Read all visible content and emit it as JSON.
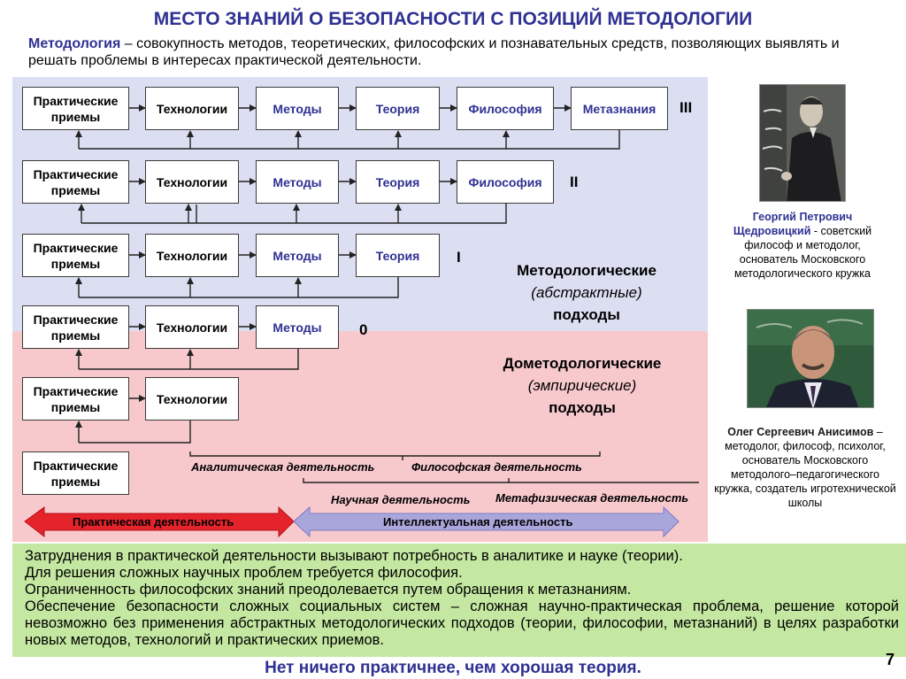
{
  "title": "МЕСТО ЗНАНИЙ О БЕЗОПАСНОСТИ С ПОЗИЦИЙ МЕТОДОЛОГИИ",
  "definition": {
    "term": "Методология",
    "text": " – совокупность методов, теоретических, философских и познавательных средств, позволяющих выявлять и решать проблемы в интересах практической деятельности."
  },
  "rows": [
    {
      "level": "III",
      "boxes": [
        "Практические приемы",
        "Технологии",
        "Методы",
        "Теория",
        "Философия",
        "Метазнания"
      ]
    },
    {
      "level": "II",
      "boxes": [
        "Практические приемы",
        "Технологии",
        "Методы",
        "Теория",
        "Философия"
      ]
    },
    {
      "level": "I",
      "boxes": [
        "Практические приемы",
        "Технологии",
        "Методы",
        "Теория"
      ]
    },
    {
      "level": "0",
      "boxes": [
        "Практические приемы",
        "Технологии",
        "Методы"
      ]
    },
    {
      "level": "",
      "boxes": [
        "Практические приемы",
        "Технологии"
      ]
    },
    {
      "level": "",
      "boxes": [
        "Практические приемы"
      ]
    }
  ],
  "approaches": {
    "methodological": {
      "line1": "Методологические",
      "line2": "(абстрактные)",
      "line3": "подходы"
    },
    "premethodological": {
      "line1": "Дометодологические",
      "line2": "(эмпирические)",
      "line3": "подходы"
    }
  },
  "activities": {
    "analytic": "Аналитическая деятельность",
    "philosophic": "Философская деятельность",
    "scientific": "Научная деятельность",
    "metaphysical": "Метафизическая деятельность"
  },
  "arrows": {
    "practical": "Практическая деятельность",
    "intellectual": "Интеллектуальная деятельность"
  },
  "people": [
    {
      "name": "Георгий Петрович Щедровицкий",
      "desc": " - советский философ и методолог, основатель Московского методологического кружка"
    },
    {
      "name": "Олег Сергеевич Анисимов",
      "desc": " – методолог, философ, психолог, основатель Московского методолого–педагогического кружка, создатель игротехнической школы"
    }
  ],
  "conclusions": [
    "Затруднения в практической деятельности вызывают потребность в аналитике и науке (теории).",
    "Для решения сложных научных проблем требуется философия.",
    "Ограниченность философских знаний преодолевается путем обращения к метазнаниям.",
    "Обеспечение безопасности сложных социальных систем – сложная научно-практическая проблема, решение которой невозможно без применения абстрактных методологических подходов (теории, философии, метазнаний) в целях разработки новых методов, технологий и практических приемов."
  ],
  "motto": "Нет ничего практичнее, чем хорошая теория.",
  "page_number": "7",
  "colors": {
    "title": "#2e3192",
    "zone_methodological": "#dcdff2",
    "zone_empirical": "#f7c9cd",
    "conclusion_bg": "#c4e7a1",
    "arrow_practical": "#e4232b",
    "arrow_intellectual": "#a9a6dc"
  }
}
